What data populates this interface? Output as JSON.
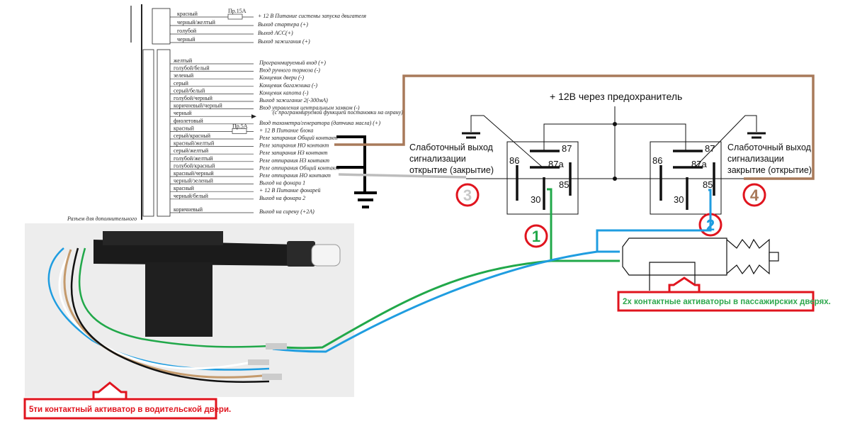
{
  "wiring_list": {
    "top_group": [
      {
        "color": "красный",
        "desc": "+ 12 В Питание системы запуска двигателя",
        "fuse": "Пр.15А"
      },
      {
        "color": "черный/желтый",
        "desc": "Выход стартера (+)"
      },
      {
        "color": "голубой",
        "desc": "Выход АСС(+)"
      },
      {
        "color": "черный",
        "desc": "Выход зажигания (+)"
      }
    ],
    "main_group": [
      {
        "color": "желтый",
        "desc": "Программируемый вход (+)"
      },
      {
        "color": "голубой/белый",
        "desc": "Вход ручного тормоза (-)"
      },
      {
        "color": "зеленый",
        "desc": "Концевик двери (-)"
      },
      {
        "color": "серый",
        "desc": "Концевик багажника (-)"
      },
      {
        "color": "серый/белый",
        "desc": "Концевик капота (-)"
      },
      {
        "color": "голубой/черный",
        "desc": "Выход зажигание 2(-300мА)"
      },
      {
        "color": "коричневый/черный",
        "desc": "Вход управления центральным замком (-)"
      },
      {
        "color": "черный",
        "desc": "(с программируемой функцией постановки на охрану)"
      },
      {
        "color": "фиолетовый",
        "desc": "Вход тахометра/генератора (датчика масла) (+)"
      },
      {
        "color": "красный",
        "desc": "+ 12 В Питание блока",
        "fuse": "Пр.5А"
      },
      {
        "color": "серый/красный",
        "desc": "Реле запирания Общий контакт"
      },
      {
        "color": "красный/желтый",
        "desc": "Реле запирания НО контакт"
      },
      {
        "color": "серый/желтый",
        "desc": "Реле запирания НЗ контакт"
      },
      {
        "color": "голубой/желтый",
        "desc": "Реле отпирания НЗ контакт"
      },
      {
        "color": "голубой/красный",
        "desc": "Реле отпирания Общий контакт"
      },
      {
        "color": "красный/черный",
        "desc": "Реле отпирания НО контакт"
      },
      {
        "color": "черный/зеленый",
        "desc": "Выход на фонари 1"
      },
      {
        "color": "красный",
        "desc": "+ 12 В Питание фонарей"
      },
      {
        "color": "черный/белый",
        "desc": "Выход на фонари 2"
      },
      {
        "color": "коричневый",
        "desc": "Выход на сирену (+2А)"
      }
    ],
    "connector_note": "Разъем для дополнительного"
  },
  "relay_circuit": {
    "power_label": "+ 12В через предохранитель",
    "left_input": [
      "Слаботочный выход",
      "сигнализации",
      "открытие (закрытие)"
    ],
    "right_input": [
      "Слаботочный выход",
      "сигнализации",
      "закрытие (открытие)"
    ],
    "pins": {
      "p87": "87",
      "p87a": "87a",
      "p86": "86",
      "p85": "85",
      "p30": "30"
    },
    "markers": [
      "1",
      "2",
      "3",
      "4"
    ]
  },
  "captions": {
    "passenger": "2х контактные активаторы в пассажирских дверях.",
    "driver": "5ти контактный активатор в водительской двери."
  },
  "colors": {
    "brown": "#a87a5a",
    "green": "#21a84a",
    "blue": "#1f9de0",
    "gray": "#bdbdbd",
    "red": "#e0141e",
    "marker4": "#a87a5a",
    "marker3": "#c8c8c8"
  }
}
